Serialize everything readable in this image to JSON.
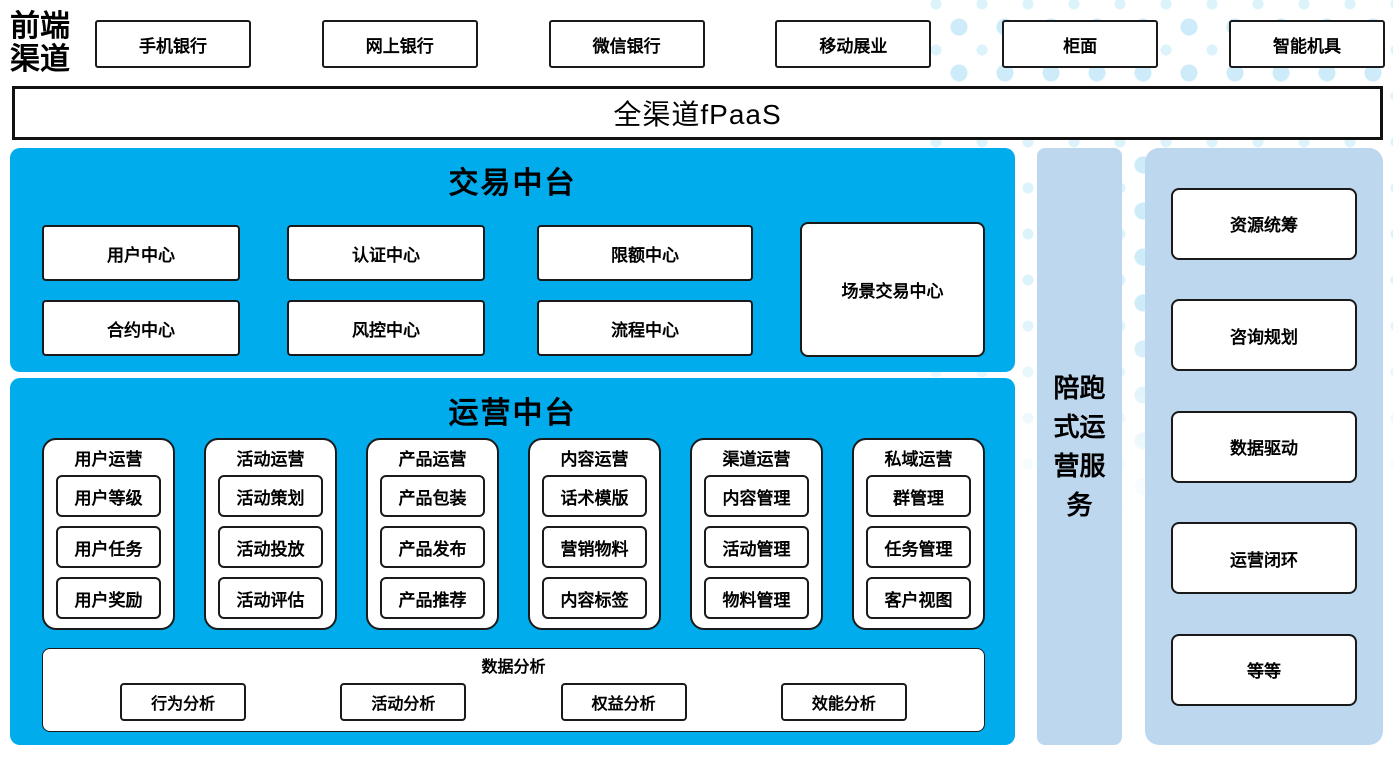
{
  "frontend": {
    "label": "前端渠道",
    "channels": [
      "手机银行",
      "网上银行",
      "微信银行",
      "移动展业",
      "柜面",
      "智能机具"
    ]
  },
  "fpaas": {
    "label": "全渠道fPaaS"
  },
  "trading": {
    "title": "交易中台",
    "row1": [
      "用户中心",
      "认证中心",
      "限额中心"
    ],
    "row2": [
      "合约中心",
      "风控中心",
      "流程中心"
    ],
    "scenario": "场景交易中心"
  },
  "operations": {
    "title": "运营中台",
    "groups": [
      {
        "label": "用户运营",
        "items": [
          "用户等级",
          "用户任务",
          "用户奖励"
        ]
      },
      {
        "label": "活动运营",
        "items": [
          "活动策划",
          "活动投放",
          "活动评估"
        ]
      },
      {
        "label": "产品运营",
        "items": [
          "产品包装",
          "产品发布",
          "产品推荐"
        ]
      },
      {
        "label": "内容运营",
        "items": [
          "话术模版",
          "营销物料",
          "内容标签"
        ]
      },
      {
        "label": "渠道运营",
        "items": [
          "内容管理",
          "活动管理",
          "物料管理"
        ]
      },
      {
        "label": "私域运营",
        "items": [
          "群管理",
          "任务管理",
          "客户视图"
        ]
      }
    ],
    "analytics": {
      "label": "数据分析",
      "items": [
        "行为分析",
        "活动分析",
        "权益分析",
        "效能分析"
      ]
    }
  },
  "companion": {
    "label": "陪跑式运营服务"
  },
  "services": {
    "items": [
      "资源统筹",
      "咨询规划",
      "数据驱动",
      "运营闭环",
      "等等"
    ]
  },
  "colors": {
    "primary_blue": "#00ACEC",
    "panel_blue": "#BDD7EE",
    "dot_blue": "#CDEBF8"
  }
}
